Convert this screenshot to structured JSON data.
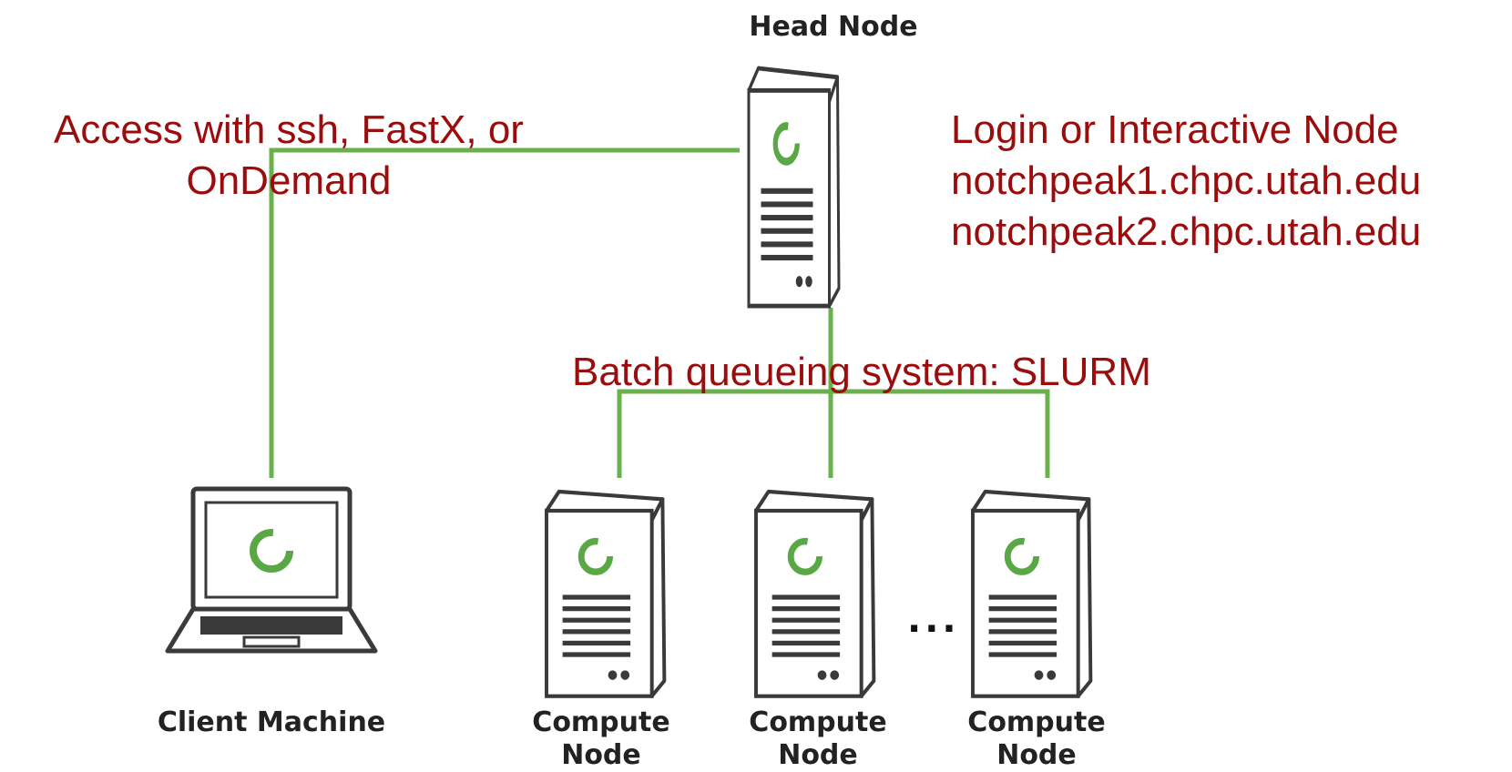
{
  "colors": {
    "link": "#6ab04c",
    "label_red": "#9b0d0d",
    "outline": "#3a3a3a",
    "logo": "#5aa845"
  },
  "head_node": {
    "label": "Head Node",
    "icon": "server-tower-icon"
  },
  "client": {
    "label": "Client Machine",
    "icon": "laptop-icon"
  },
  "compute_nodes": [
    {
      "label_line1": "Compute",
      "label_line2": "Node"
    },
    {
      "label_line1": "Compute",
      "label_line2": "Node"
    },
    {
      "label_line1": "Compute",
      "label_line2": "Node"
    }
  ],
  "ellipsis": "...",
  "annotations": {
    "access_line1": "Access with ssh, FastX, or",
    "access_line2": "OnDemand",
    "login_line1": "Login or Interactive Node",
    "login_line2": "notchpeak1.chpc.utah.edu",
    "login_line3": "notchpeak2.chpc.utah.edu",
    "batch": "Batch queueing system: SLURM"
  }
}
